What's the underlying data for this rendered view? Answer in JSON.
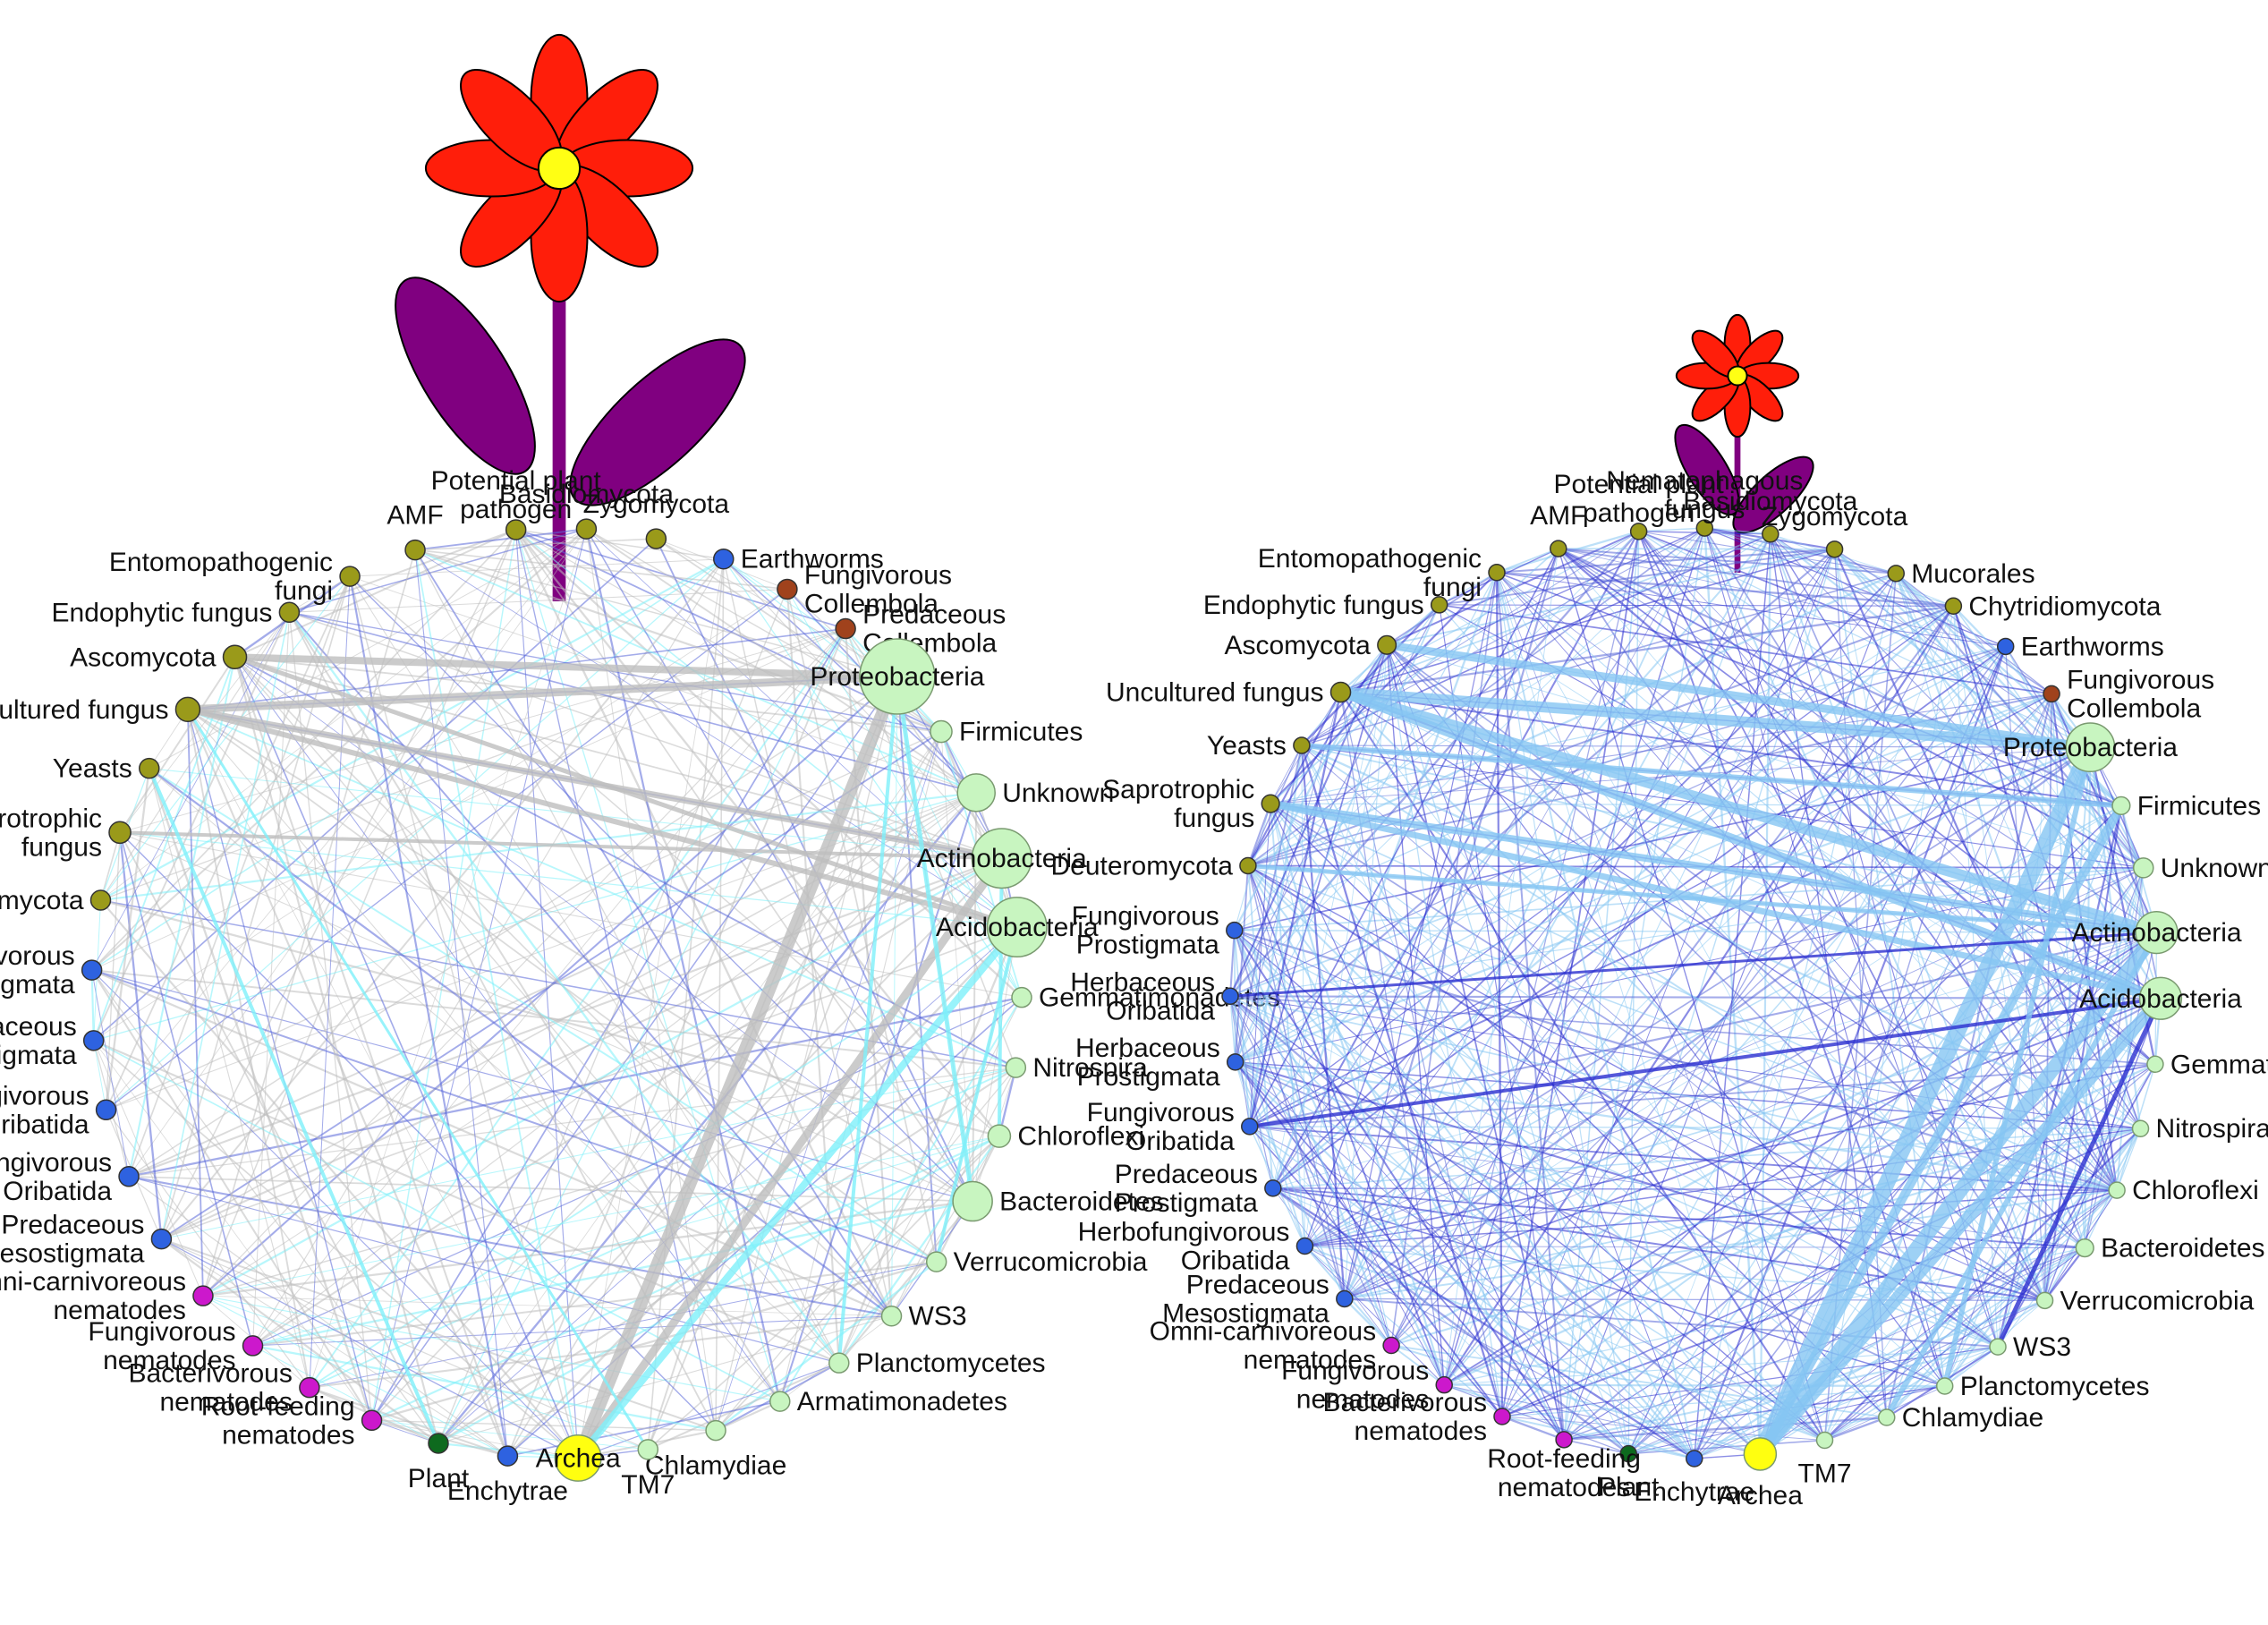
{
  "colors": {
    "petal": "#FF1E0A",
    "flower_center": "#FFFF14",
    "leaf": "#800080",
    "stem": "#800080",
    "fungi": "#9A9A1A",
    "mites": "#2E62E0",
    "nematodes": "#CC18CC",
    "collembola": "#A0421C",
    "plant": "#0E6A1E",
    "bacteria": "#C8F5C0",
    "archea": "#FFFF10",
    "edge_grey": "#BEBEBE",
    "edge_cyan": "#7EF0FA",
    "edge_blue": "#5A68D8",
    "edge_sky": "#86C6F2",
    "edge_dark": "#2A2ED0"
  },
  "networks": [
    {
      "label": "Large flower network",
      "nodes": [
        {
          "id": "potential_plant_pathogen",
          "label": "Potential plant\npathogen",
          "group": "fungi",
          "size": 1
        },
        {
          "id": "basidiomycota",
          "label": "Basidiomycota",
          "group": "fungi",
          "size": 1
        },
        {
          "id": "zygomycota",
          "label": "Zygomycota",
          "group": "fungi",
          "size": 1
        },
        {
          "id": "earthworms",
          "label": "Earthworms",
          "group": "mites",
          "size": 1
        },
        {
          "id": "fungivorous_collembola",
          "label": "Fungivorous\nCollembola",
          "group": "collembola",
          "size": 1
        },
        {
          "id": "predaceous_collembola",
          "label": "Predaceous\nCollembola",
          "group": "collembola",
          "size": 1
        },
        {
          "id": "proteobacteria",
          "label": "Proteobacteria",
          "group": "bacteria",
          "size": 8
        },
        {
          "id": "firmicutes",
          "label": "Firmicutes",
          "group": "bacteria",
          "size": 1.2
        },
        {
          "id": "unknown",
          "label": "Unknown",
          "group": "bacteria",
          "size": 2
        },
        {
          "id": "actinobacteria",
          "label": "Actinobacteria",
          "group": "bacteria",
          "size": 5
        },
        {
          "id": "acidobacteria",
          "label": "Acidobacteria",
          "group": "bacteria",
          "size": 5
        },
        {
          "id": "gemmatimonadetes",
          "label": "Gemmatimonadetes",
          "group": "bacteria",
          "size": 1
        },
        {
          "id": "nitrospira",
          "label": "Nitrospira",
          "group": "bacteria",
          "size": 1
        },
        {
          "id": "chloroflexi",
          "label": "Chloroflexi",
          "group": "bacteria",
          "size": 1.3
        },
        {
          "id": "bacteroidetes",
          "label": "Bacteroidetes",
          "group": "bacteria",
          "size": 2.2
        },
        {
          "id": "verrucomicrobia",
          "label": "Verrucomicrobia",
          "group": "bacteria",
          "size": 1
        },
        {
          "id": "ws3",
          "label": "WS3",
          "group": "bacteria",
          "size": 1
        },
        {
          "id": "planctomycetes",
          "label": "Planctomycetes",
          "group": "bacteria",
          "size": 1
        },
        {
          "id": "armatimonadetes",
          "label": "Armatimonadetes",
          "group": "bacteria",
          "size": 1
        },
        {
          "id": "chlamydiae",
          "label": "Chlamydiae",
          "group": "bacteria",
          "size": 1
        },
        {
          "id": "tm7",
          "label": "TM7",
          "group": "bacteria",
          "size": 1
        },
        {
          "id": "archea",
          "label": "Archea",
          "group": "archea",
          "size": 3
        },
        {
          "id": "enchytraeids",
          "label": "Enchytrae",
          "group": "mites",
          "size": 1
        },
        {
          "id": "plant",
          "label": "Plant",
          "group": "plant",
          "size": 1
        },
        {
          "id": "root_feeding_nematodes",
          "label": "Root-feeding\nnematodes",
          "group": "nematodes",
          "size": 1
        },
        {
          "id": "bacterivorous_nematodes",
          "label": "Bacterivorous\nnematodes",
          "group": "nematodes",
          "size": 1
        },
        {
          "id": "fungivorous_nematodes",
          "label": "Fungivorous\nnematodes",
          "group": "nematodes",
          "size": 1
        },
        {
          "id": "omni_carnivorous_nematodes",
          "label": "Omni-carnivoreous\nnematodes",
          "group": "nematodes",
          "size": 1
        },
        {
          "id": "predaceous_mesostigmata",
          "label": "Predaceous\nMesostigmata",
          "group": "mites",
          "size": 1
        },
        {
          "id": "herbofungivorous_oribatida",
          "label": "Herbofungivorous\nOribatida",
          "group": "mites",
          "size": 1
        },
        {
          "id": "fungivorous_oribatida",
          "label": "Fungivorous\nOribatida",
          "group": "mites",
          "size": 1
        },
        {
          "id": "herbaceous_prostigmata",
          "label": "Herbaceous\nProstigmata",
          "group": "mites",
          "size": 1
        },
        {
          "id": "fungivorous_prostigmata",
          "label": "Fungivorous\nProstigmata",
          "group": "mites",
          "size": 1
        },
        {
          "id": "deuteromycota",
          "label": "Deuteromycota",
          "group": "fungi",
          "size": 1
        },
        {
          "id": "saprotrophic_fungus",
          "label": "Saprotrophic\nfungus",
          "group": "fungi",
          "size": 1.2
        },
        {
          "id": "yeasts",
          "label": "Yeasts",
          "group": "fungi",
          "size": 1
        },
        {
          "id": "uncultured_fungus",
          "label": "Uncultured fungus",
          "group": "fungi",
          "size": 1.5
        },
        {
          "id": "ascomycota",
          "label": "Ascomycota",
          "group": "fungi",
          "size": 1.4
        },
        {
          "id": "endophytic_fungus",
          "label": "Endophytic fungus",
          "group": "fungi",
          "size": 1
        },
        {
          "id": "entomopathogenic_fungi",
          "label": "Entomopathogenic\nfungi",
          "group": "fungi",
          "size": 1
        },
        {
          "id": "amf",
          "label": "AMF",
          "group": "fungi",
          "size": 1
        }
      ]
    },
    {
      "label": "Small flower network",
      "nodes": [
        {
          "id": "potential_plant_pathogen",
          "label": "Potential plant\npathogen",
          "group": "fungi",
          "size": 1
        },
        {
          "id": "nematophagous_fungus",
          "label": "Nematophagous\nfungus",
          "group": "fungi",
          "size": 1
        },
        {
          "id": "basidiomycota",
          "label": "Basidiomycota",
          "group": "fungi",
          "size": 1
        },
        {
          "id": "zygomycota",
          "label": "Zygomycota",
          "group": "fungi",
          "size": 1
        },
        {
          "id": "mucorales",
          "label": "Mucorales",
          "group": "fungi",
          "size": 1
        },
        {
          "id": "chytridiomycota",
          "label": "Chytridiomycota",
          "group": "fungi",
          "size": 1
        },
        {
          "id": "earthworms",
          "label": "Earthworms",
          "group": "mites",
          "size": 1
        },
        {
          "id": "fungivorous_collembola",
          "label": "Fungivorous\nCollembola",
          "group": "collembola",
          "size": 1
        },
        {
          "id": "proteobacteria",
          "label": "Proteobacteria",
          "group": "bacteria",
          "size": 5
        },
        {
          "id": "firmicutes",
          "label": "Firmicutes",
          "group": "bacteria",
          "size": 1.2
        },
        {
          "id": "unknown",
          "label": "Unknown",
          "group": "bacteria",
          "size": 1.5
        },
        {
          "id": "actinobacteria",
          "label": "Actinobacteria",
          "group": "bacteria",
          "size": 3.7
        },
        {
          "id": "acidobacteria",
          "label": "Acidobacteria",
          "group": "bacteria",
          "size": 3.7
        },
        {
          "id": "gemmatimonadetes",
          "label": "Gemmatimonadetes",
          "group": "bacteria",
          "size": 1
        },
        {
          "id": "nitrospira",
          "label": "Nitrospira",
          "group": "bacteria",
          "size": 1
        },
        {
          "id": "chloroflexi",
          "label": "Chloroflexi",
          "group": "bacteria",
          "size": 1
        },
        {
          "id": "bacteroidetes",
          "label": "Bacteroidetes",
          "group": "bacteria",
          "size": 1.2
        },
        {
          "id": "verrucomicrobia",
          "label": "Verrucomicrobia",
          "group": "bacteria",
          "size": 1
        },
        {
          "id": "ws3",
          "label": "WS3",
          "group": "bacteria",
          "size": 1
        },
        {
          "id": "planctomycetes",
          "label": "Planctomycetes",
          "group": "bacteria",
          "size": 1
        },
        {
          "id": "chlamydiae",
          "label": "Chlamydiae",
          "group": "bacteria",
          "size": 1
        },
        {
          "id": "tm7",
          "label": "TM7",
          "group": "bacteria",
          "size": 1
        },
        {
          "id": "archea",
          "label": "Archea",
          "group": "archea",
          "size": 2.2
        },
        {
          "id": "enchytraeids",
          "label": "Enchytrae",
          "group": "mites",
          "size": 1
        },
        {
          "id": "plant",
          "label": "Plant",
          "group": "plant",
          "size": 1
        },
        {
          "id": "root_feeding_nematodes",
          "label": "Root-feeding\nnematodes",
          "group": "nematodes",
          "size": 1
        },
        {
          "id": "bacterivorous_nematodes",
          "label": "Bacterivorous\nnematodes",
          "group": "nematodes",
          "size": 1
        },
        {
          "id": "fungivorous_nematodes",
          "label": "Fungivorous\nnematodes",
          "group": "nematodes",
          "size": 1
        },
        {
          "id": "omni_carnivorous_nematodes",
          "label": "Omni-carnivoreous\nnematodes",
          "group": "nematodes",
          "size": 1
        },
        {
          "id": "predaceous_mesostigmata",
          "label": "Predaceous\nMesostigmata",
          "group": "mites",
          "size": 1
        },
        {
          "id": "herbofungivorous_oribatida",
          "label": "Herbofungivorous\nOribatida",
          "group": "mites",
          "size": 1
        },
        {
          "id": "predaceous_prostigmata",
          "label": "Predaceous\nProstigmata",
          "group": "mites",
          "size": 1
        },
        {
          "id": "fungivorous_oribatida",
          "label": "Fungivorous\nOribatida",
          "group": "mites",
          "size": 1
        },
        {
          "id": "herbaceous_prostigmata",
          "label": "Herbaceous\nProstigmata",
          "group": "mites",
          "size": 1
        },
        {
          "id": "herbaceous_oribatida",
          "label": "Herbaceous\nOribatida",
          "group": "mites",
          "size": 1
        },
        {
          "id": "fungivorous_prostigmata",
          "label": "Fungivorous\nProstigmata",
          "group": "mites",
          "size": 1
        },
        {
          "id": "deuteromycota",
          "label": "Deuteromycota",
          "group": "fungi",
          "size": 1
        },
        {
          "id": "saprotrophic_fungus",
          "label": "Saprotrophic\nfungus",
          "group": "fungi",
          "size": 1.2
        },
        {
          "id": "yeasts",
          "label": "Yeasts",
          "group": "fungi",
          "size": 1
        },
        {
          "id": "uncultured_fungus",
          "label": "Uncultured fungus",
          "group": "fungi",
          "size": 1.5
        },
        {
          "id": "ascomycota",
          "label": "Ascomycota",
          "group": "fungi",
          "size": 1.3
        },
        {
          "id": "endophytic_fungus",
          "label": "Endophytic fungus",
          "group": "fungi",
          "size": 1
        },
        {
          "id": "entomopathogenic_fungi",
          "label": "Entomopathogenic\nfungi",
          "group": "fungi",
          "size": 1
        },
        {
          "id": "amf",
          "label": "AMF",
          "group": "fungi",
          "size": 1
        }
      ]
    }
  ]
}
